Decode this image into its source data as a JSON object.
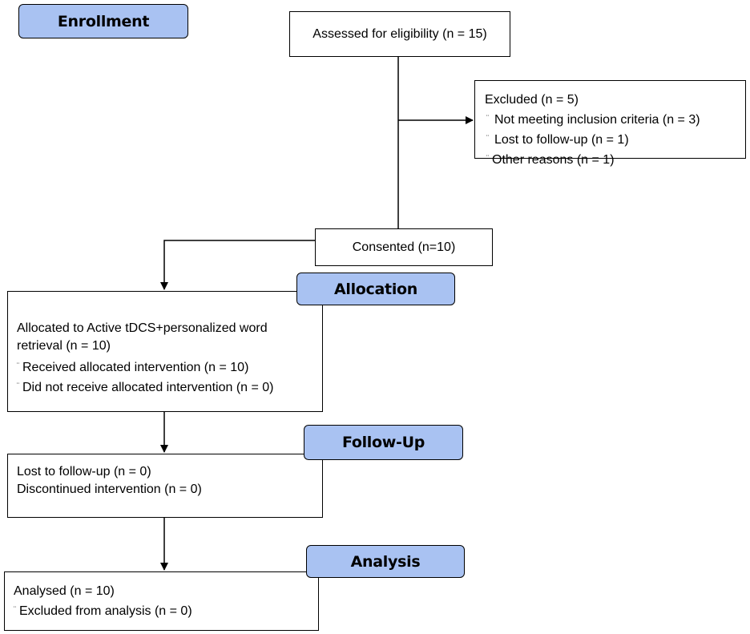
{
  "stages": {
    "enrollment": "Enrollment",
    "allocation": "Allocation",
    "follow_up": "Follow-Up",
    "analysis": "Analysis"
  },
  "bullet": "¨",
  "assessed": "Assessed for eligibility (n = 15)",
  "excluded": {
    "title": "Excluded (n = 5)",
    "items": [
      "Not meeting inclusion criteria (n = 3)",
      "Lost to follow-up (n = 1)",
      "Other reasons (n = 1)"
    ]
  },
  "consented": "Consented (n=10)",
  "allocated": {
    "title_line1": "Allocated to Active tDCS+personalized word",
    "title_line2": "retrieval (n = 10)",
    "items": [
      "Received allocated intervention (n = 10)",
      "Did not receive allocated intervention (n = 0)"
    ]
  },
  "followup": {
    "lines": [
      "Lost to follow-up (n = 0)",
      "Discontinued intervention (n = 0)"
    ]
  },
  "analysis": {
    "title": "Analysed (n = 10)",
    "items": [
      "Excluded from analysis (n = 0)"
    ]
  }
}
